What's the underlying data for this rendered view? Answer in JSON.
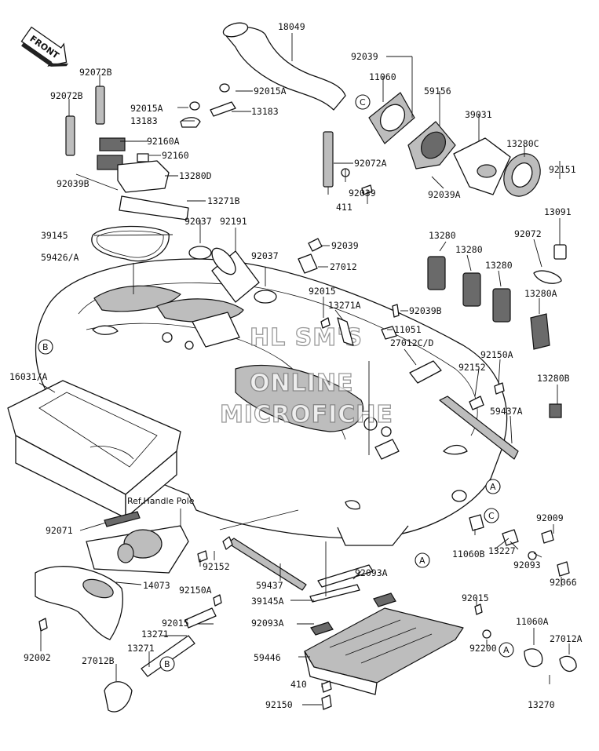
{
  "front_arrow": "FRONT",
  "watermark": [
    "HL SM'S",
    "ONLINE",
    "MICROFICHE"
  ],
  "ref_note": "Ref.Handle Pole",
  "callouts": {
    "a": "A",
    "b": "B",
    "c": "C"
  },
  "labels": [
    "18049",
    "92039",
    "11060",
    "59156",
    "39031",
    "13280C",
    "92151",
    "92015A",
    "92015A",
    "13183",
    "13183",
    "92072B",
    "92072B",
    "92160A",
    "92160",
    "13280D",
    "92039B",
    "13271B",
    "92072A",
    "92039",
    "411",
    "92039A",
    "13280",
    "13091",
    "13280",
    "92072",
    "13280",
    "13280A",
    "39145",
    "92037",
    "92191",
    "92037",
    "92039",
    "27012",
    "59426/A",
    "92015",
    "13271A",
    "92039B",
    "11051",
    "27012C/D",
    "92150A",
    "92152",
    "13280B",
    "16031/A",
    "59437A",
    "92009",
    "11060B",
    "13227",
    "92093",
    "92066",
    "92071",
    "92152",
    "92150A",
    "59437",
    "92093A",
    "39145A",
    "92093A",
    "14073",
    "92015",
    "13271",
    "13271",
    "27012B",
    "92002",
    "59446",
    "410",
    "92150",
    "92015",
    "11060A",
    "27012A",
    "92200",
    "13270"
  ]
}
